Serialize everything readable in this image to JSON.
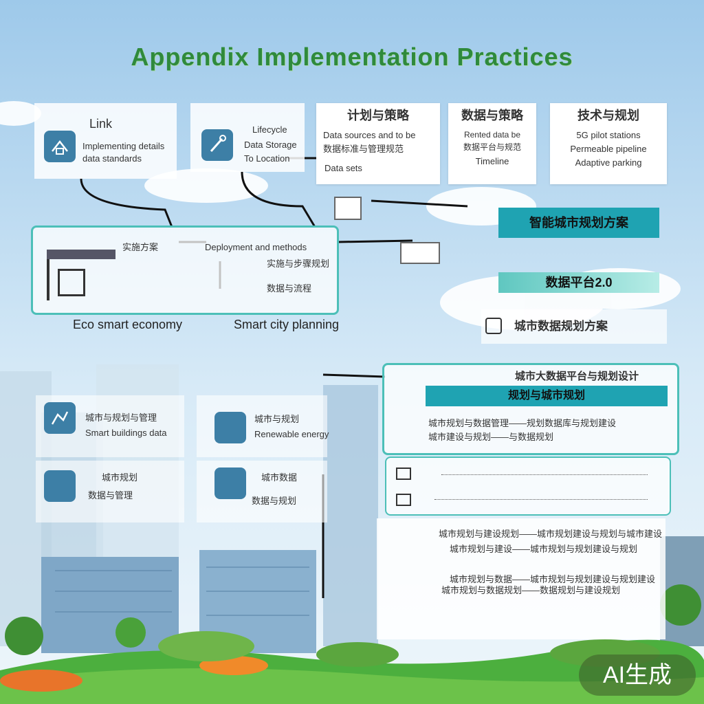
{
  "title": "Appendix Implementation Practices",
  "top_cards": [
    {
      "heading": "Link",
      "lines": [
        "Implementing details",
        "data standards"
      ]
    },
    {
      "heading": "Lifecycle",
      "lines": [
        "Data Storage",
        "To Location"
      ]
    },
    {
      "heading": "计划与策略",
      "lines": [
        "Data sources and to be",
        "数据标准与管理规范",
        "Data sets"
      ]
    },
    {
      "heading": "数据与策略",
      "lines": [
        "Rented data be",
        "数据平台与规范",
        "Timeline"
      ]
    },
    {
      "heading": "技术与规划",
      "lines": [
        "5G pilot stations",
        "Permeable pipeline",
        "Adaptive parking"
      ]
    }
  ],
  "process_box": {
    "label": "实施方案",
    "lines": [
      "Deployment and methods",
      "实施与步骤规划",
      "数据与流程"
    ]
  },
  "legend": {
    "left": "Eco smart economy",
    "right": "Smart city planning"
  },
  "right_bars": [
    {
      "label": "智能城市规划方案"
    },
    {
      "label": "数据平台2.0"
    },
    {
      "label": "城市数据规划方案"
    }
  ],
  "bottom_left_cards": [
    {
      "heading": "城市与规划与管理",
      "line": "Smart buildings data"
    },
    {
      "heading": "城市与规划",
      "line": "Renewable energy"
    },
    {
      "heading": "城市规划",
      "line": "数据与管理"
    },
    {
      "heading": "城市数据",
      "line": "数据与规划"
    }
  ],
  "right_panel": {
    "header": "城市大数据平台与规划设计",
    "bar": "规划与城市规划",
    "lines": [
      "城市规划与数据管理——规划数据库与规划建设",
      "城市建设与规划——与数据规划"
    ],
    "list": [
      "城市规划与建设规划——城市规划建设与规划与城市建设",
      "城市规划与建设——城市规划与规划建设与规划",
      "城市规划与数据——城市规划与规划建设与规划建设",
      "城市规划与数据规划——数据规划与建设规划"
    ]
  },
  "badge": "AI生成",
  "colors": {
    "sky_top": "#9ec9ea",
    "sky_bottom": "#eaf4fb",
    "accent": "#1fa3b2",
    "teal_outline": "#4cbfb8",
    "title_green": "#2f8a3c",
    "icon_blue": "#3d7fa6",
    "grass": "#4caf3e"
  }
}
